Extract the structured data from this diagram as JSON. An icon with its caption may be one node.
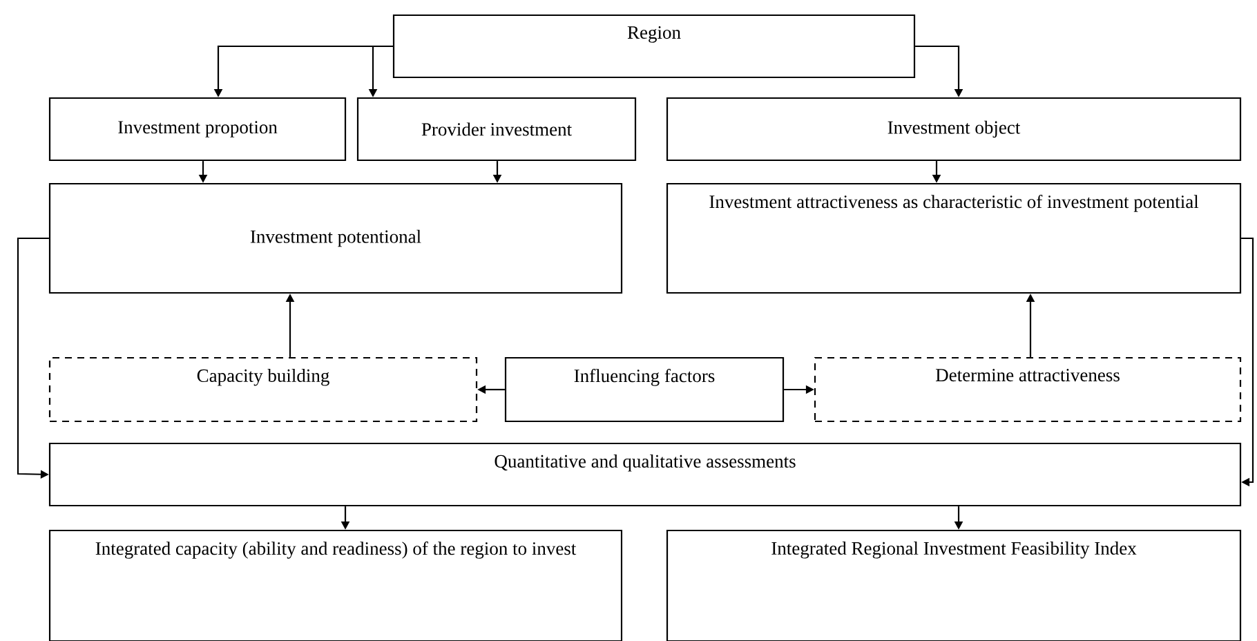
{
  "diagram": {
    "nodes": [
      {
        "text": [
          "Region"
        ]
      },
      {
        "text": [
          "Investment propotion"
        ]
      },
      {
        "text": [
          "Provider investment"
        ]
      },
      {
        "text": [
          "Investment object"
        ]
      },
      {
        "text": [
          "Investment potentional"
        ]
      },
      {
        "text": [
          "Investment attractiveness as characteristic of investment potential"
        ]
      },
      {
        "text": [
          "Capacity building"
        ]
      },
      {
        "text": [
          "Influencing factors"
        ]
      },
      {
        "text": [
          "Determine attractiveness"
        ]
      },
      {
        "text": [
          "Quantitative and qualitative assessments"
        ]
      },
      {
        "text": [
          "Integrated capacity (ability and readiness) of the region to invest"
        ]
      },
      {
        "text": [
          "Integrated Regional Investment Feasibility Index"
        ]
      }
    ],
    "edges": [
      {
        "from": 0,
        "to": 1,
        "arrow": "to"
      },
      {
        "from": 0,
        "to": 2,
        "arrow": "to"
      },
      {
        "from": 0,
        "to": 3,
        "arrow": "to"
      },
      {
        "from": 1,
        "to": 4,
        "arrow": "to"
      },
      {
        "from": 2,
        "to": 4,
        "arrow": "to"
      },
      {
        "from": 3,
        "to": 5,
        "arrow": "to"
      },
      {
        "from": 6,
        "to": 4,
        "arrow": "to"
      },
      {
        "from": 8,
        "to": 5,
        "arrow": "to"
      },
      {
        "from": 7,
        "to": 6,
        "arrow": "to"
      },
      {
        "from": 7,
        "to": 8,
        "arrow": "to"
      },
      {
        "from": 4,
        "to": 9,
        "arrow": "to"
      },
      {
        "from": 5,
        "to": 9,
        "arrow": "to"
      },
      {
        "from": 9,
        "to": 10,
        "arrow": "to"
      },
      {
        "from": 9,
        "to": 11,
        "arrow": "to"
      }
    ]
  }
}
